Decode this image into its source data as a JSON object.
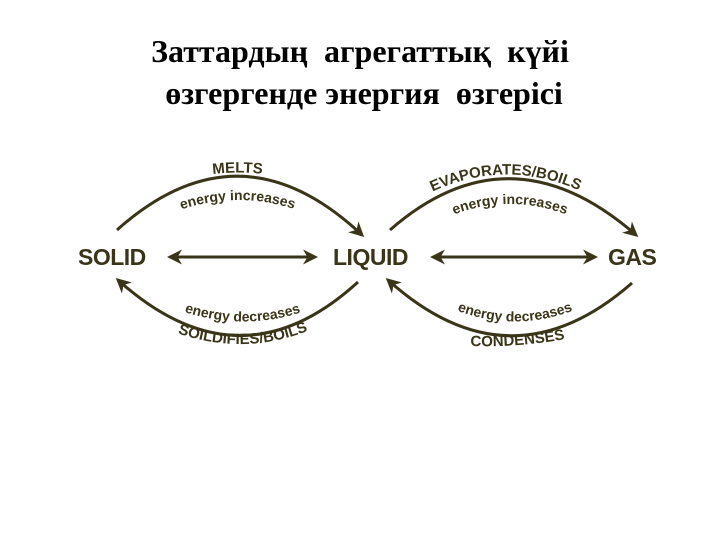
{
  "title": {
    "line1": "Заттардың  агрегаттық  күйі",
    "line2": " өзгергенде энергия  өзгерісі"
  },
  "diagram": {
    "color": "#3a3518",
    "states": {
      "solid": "SOLID",
      "liquid": "LIQUID",
      "gas": "GAS"
    },
    "transitions": {
      "melts": {
        "name": "MELTS",
        "energy": "energy increases"
      },
      "solidifies": {
        "name": "SOILDIFIES/BOILS",
        "energy": "energy decreases"
      },
      "evaporates": {
        "name": "EVAPORATES/BOILS",
        "energy": "energy increases"
      },
      "condenses": {
        "name": "CONDENSES",
        "energy": "energy decreases"
      }
    }
  }
}
